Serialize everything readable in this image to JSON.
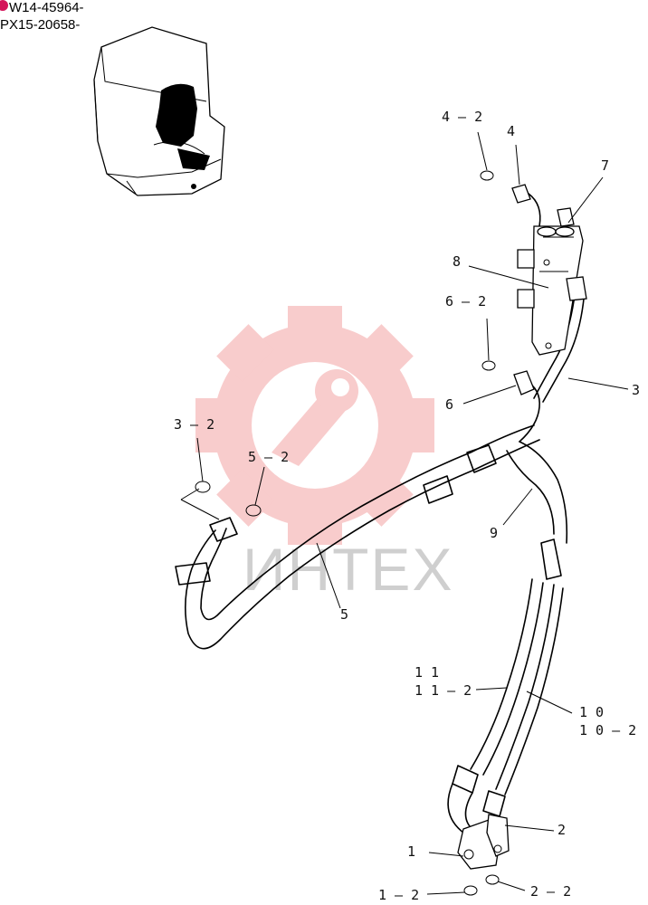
{
  "serial_numbers": [
    "W14-45964-",
    "PX15-20658-"
  ],
  "watermark": {
    "text": "ИНТЕХ",
    "color": "#f4a6a6"
  },
  "callouts": {
    "c4_2": "4 – 2",
    "c4": "4",
    "c7": "7",
    "c8": "8",
    "c6_2": "6 – 2",
    "c6": "6",
    "c3": "3",
    "c3_2": "3 – 2",
    "c5_2": "5 – 2",
    "c9": "9",
    "c5": "5",
    "c11": "1 1",
    "c11_2": "1 1 – 2",
    "c10": "1 0",
    "c10_2": "1 0 – 2",
    "c2": "2",
    "c1": "1",
    "c1_2": "1 – 2",
    "c2_2": "2 – 2"
  }
}
